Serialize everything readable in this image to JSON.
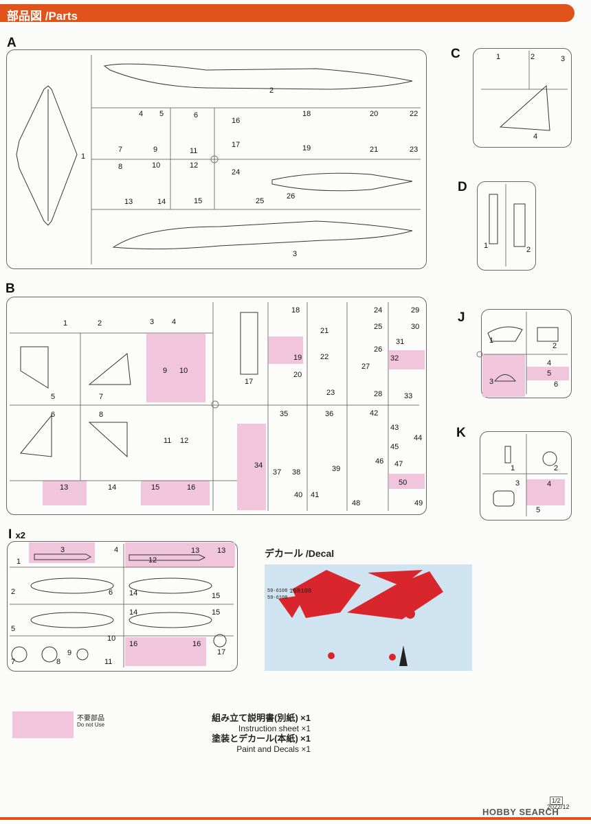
{
  "header": {
    "title": "部品図 /Parts"
  },
  "sections": {
    "A": "A",
    "B": "B",
    "C": "C",
    "D": "D",
    "J": "J",
    "K": "K",
    "I": "I",
    "I_qty": "x2"
  },
  "parts": {
    "A": [
      "1",
      "2",
      "3",
      "4",
      "5",
      "6",
      "7",
      "8",
      "9",
      "10",
      "11",
      "12",
      "13",
      "14",
      "15",
      "16",
      "17",
      "18",
      "19",
      "20",
      "21",
      "22",
      "23",
      "24",
      "25",
      "26"
    ],
    "B": [
      "1",
      "2",
      "3",
      "4",
      "5",
      "6",
      "7",
      "8",
      "9",
      "10",
      "11",
      "12",
      "13",
      "14",
      "15",
      "16",
      "17",
      "18",
      "19",
      "20",
      "21",
      "22",
      "23",
      "24",
      "25",
      "26",
      "27",
      "28",
      "29",
      "30",
      "31",
      "32",
      "33",
      "34",
      "35",
      "36",
      "37",
      "38",
      "39",
      "40",
      "41",
      "42",
      "43",
      "44",
      "45",
      "46",
      "47",
      "48",
      "49",
      "50"
    ],
    "C": [
      "1",
      "2",
      "3",
      "4"
    ],
    "D": [
      "1",
      "2"
    ],
    "J": [
      "1",
      "2",
      "3",
      "4",
      "5",
      "6"
    ],
    "K": [
      "1",
      "2",
      "3",
      "4",
      "5"
    ],
    "I": [
      "1",
      "2",
      "3",
      "4",
      "5",
      "6",
      "7",
      "8",
      "9",
      "10",
      "11",
      "12",
      "13",
      "13",
      "14",
      "14",
      "15",
      "15",
      "16",
      "16",
      "17"
    ]
  },
  "decal": {
    "title": "デカール /Decal",
    "serials": [
      "59-6108",
      "59-6108",
      "108108"
    ]
  },
  "legend": {
    "jp": "不要部品",
    "en": "Do not Use"
  },
  "accessories": [
    {
      "jp": "組み立て説明書(別紙)",
      "en": "Instruction sheet",
      "qty": "×1"
    },
    {
      "jp": "塗装とデカール(本紙)",
      "en": "Paint and Decals",
      "qty": "×1"
    }
  ],
  "page": "1/2",
  "date": "2022/12",
  "watermark": "HOBBY SEARCH",
  "colors": {
    "accent": "#e0541c",
    "do_not_use": "#f1c6dd",
    "decal_red": "#d8262c",
    "decal_bg": "#cfe3f0"
  }
}
